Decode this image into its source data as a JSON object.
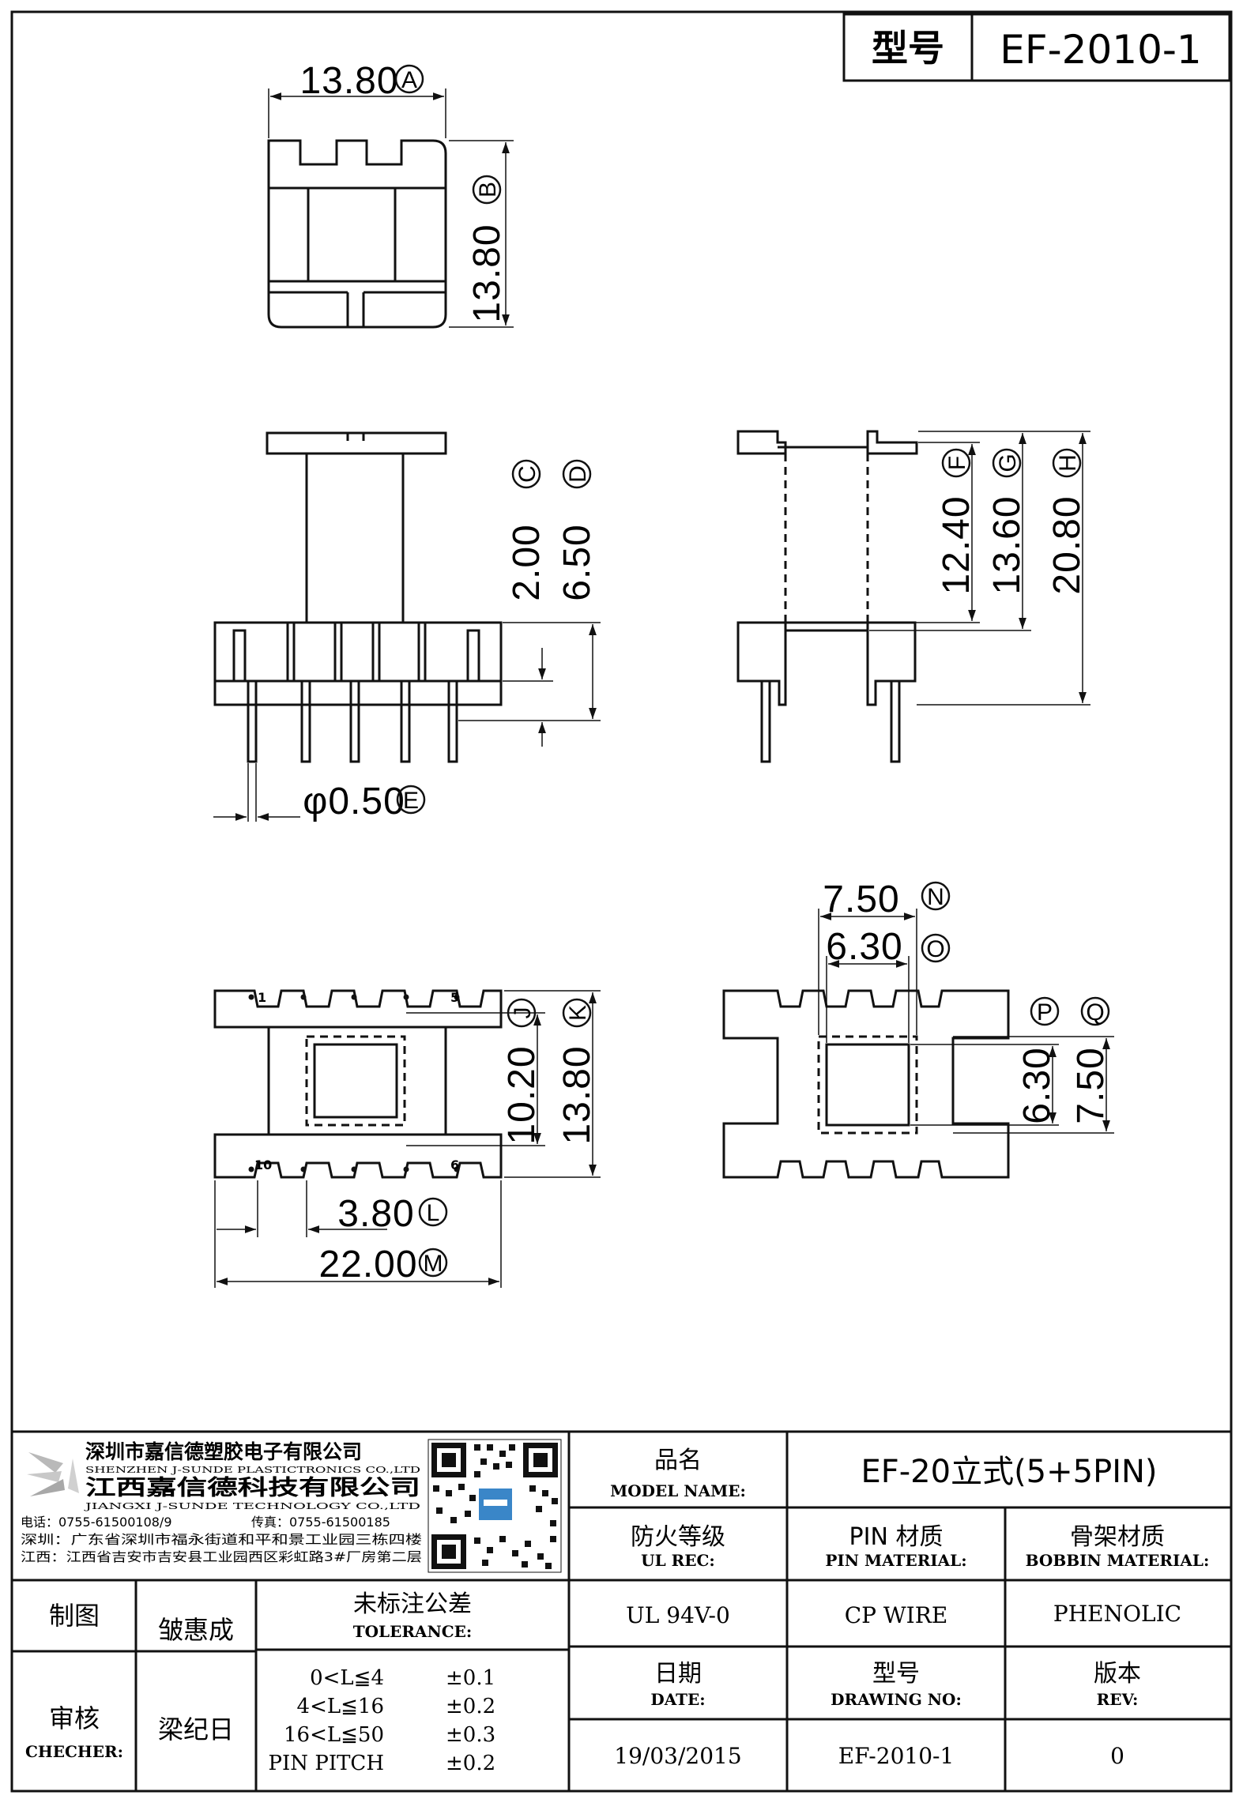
{
  "header": {
    "model_label": "型号",
    "model_value": "EF-2010-1"
  },
  "drawing": {
    "top_view": {
      "width": "13.80",
      "width_id": "A",
      "height": "13.80",
      "height_id": "B"
    },
    "front_view": {
      "c": "2.00",
      "c_id": "C",
      "d": "6.50",
      "d_id": "D",
      "pin_dia": "φ0.50",
      "pin_dia_id": "E"
    },
    "side_view": {
      "f": "12.40",
      "f_id": "F",
      "g": "13.60",
      "g_id": "G",
      "h": "20.80",
      "h_id": "H"
    },
    "bottom_view": {
      "j": "10.20",
      "j_id": "J",
      "k": "13.80",
      "k_id": "K",
      "l": "3.80",
      "l_id": "L",
      "m": "22.00",
      "m_id": "M",
      "pin_labels": [
        "1",
        "5",
        "10",
        "6"
      ]
    },
    "end_view": {
      "n": "7.50",
      "n_id": "N",
      "o": "6.30",
      "o_id": "O",
      "p": "6.30",
      "p_id": "P",
      "q": "7.50",
      "q_id": "Q"
    }
  },
  "company": {
    "name_cn_1": "深圳市嘉信德塑胶电子有限公司",
    "name_en_1": "SHENZHEN J-SUNDE PLASTICTRONICS CO.,LTD",
    "name_cn_2": "江西嘉信德科技有限公司",
    "name_en_2": "JIANGXI J-SUNDE TECHNOLOGY CO.,LTD",
    "phone": "电话：0755-61500108/9",
    "fax": "传真：0755-61500185",
    "addr_sz": "深圳：广东省深圳市福永街道和平和景工业园三栋四楼",
    "addr_jx": "江西：江西省吉安市吉安县工业园西区彩虹路3#厂房第二层"
  },
  "title_block": {
    "model_name_cn": "品名",
    "model_name_en": "MODEL NAME:",
    "model_name_value": "EF-20立式(5+5PIN)",
    "ul_cn": "防火等级",
    "ul_en": "UL REC:",
    "ul_value": "UL 94V-0",
    "pin_cn": "PIN 材质",
    "pin_en": "PIN MATERIAL:",
    "pin_value": "CP WIRE",
    "bobbin_cn": "骨架材质",
    "bobbin_en": "BOBBIN MATERIAL:",
    "bobbin_value": "PHENOLIC",
    "date_cn": "日期",
    "date_en": "DATE:",
    "date_value": "19/03/2015",
    "dwg_cn": "型号",
    "dwg_en": "DRAWING NO:",
    "dwg_value": "EF-2010-1",
    "rev_cn": "版本",
    "rev_en": "REV:",
    "rev_value": "0",
    "drawn_label": "制图",
    "drawn_by": "皱惠成",
    "checker_cn": "审核",
    "checker_en": "CHECHER:",
    "checker_by": "梁纪日",
    "tol_cn": "未标注公差",
    "tol_en": "TOLERANCE:",
    "tol_rows": [
      {
        "range": "0<L≦4",
        "value": "±0.1"
      },
      {
        "range": "4<L≦16",
        "value": "±0.2"
      },
      {
        "range": "16<L≦50",
        "value": "±0.3"
      },
      {
        "range": "PIN PITCH",
        "value": "±0.2"
      }
    ]
  }
}
